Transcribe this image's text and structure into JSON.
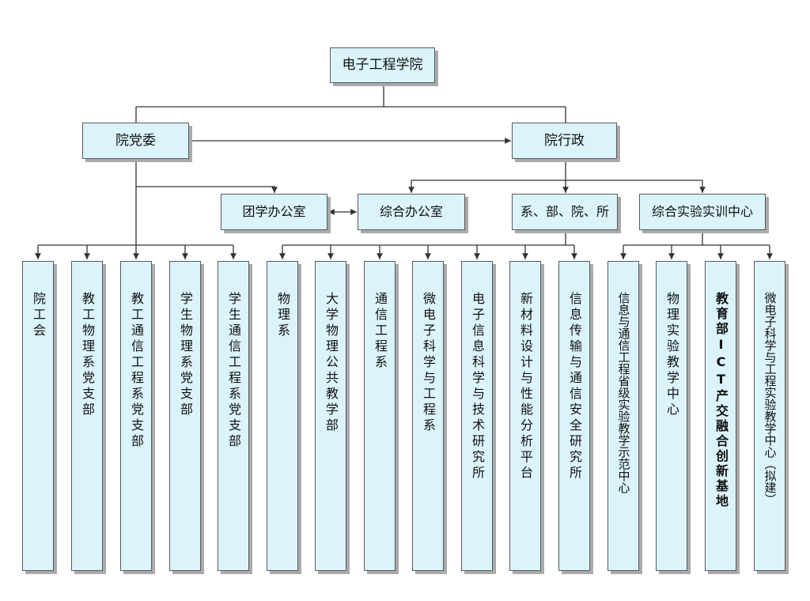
{
  "top": {
    "label": "电子工程学院"
  },
  "party": {
    "label": "院党委"
  },
  "admin": {
    "label": "院行政"
  },
  "second_row": [
    {
      "key": "youth_office",
      "label": "团学办公室"
    },
    {
      "key": "general_office",
      "label": "综合办公室"
    },
    {
      "key": "departments",
      "label": "系、部、院、所"
    },
    {
      "key": "lab_center",
      "label": "综合实验实训中心"
    }
  ],
  "columns": [
    {
      "key": "union",
      "label": "院工会"
    },
    {
      "key": "physics_branch",
      "label": "教工物理系党支部"
    },
    {
      "key": "comm_branch",
      "label": "教工通信工程系党支部"
    },
    {
      "key": "student_physics_branch",
      "label": "学生物理系党支部"
    },
    {
      "key": "student_comm_branch",
      "label": "学生通信工程系党支部"
    },
    {
      "key": "physics_dept",
      "label": "物理系"
    },
    {
      "key": "college_physics",
      "label": "大学物理公共教学部"
    },
    {
      "key": "comm_dept",
      "label": "通信工程系"
    },
    {
      "key": "micro_dept",
      "label": "微电子科学与工程系"
    },
    {
      "key": "eit_institute",
      "label": "电子信息科学与技术研究所"
    },
    {
      "key": "materials_platform",
      "label": "新材料设计与性能分析平台"
    },
    {
      "key": "security_institute",
      "label": "信息传输与通信安全研究所"
    },
    {
      "key": "provincial_center",
      "label": "信息与通信工程省级实验教学示范中心"
    },
    {
      "key": "physics_lab_center",
      "label": "物理实验教学中心"
    },
    {
      "key": "ict_base",
      "label": "教育部ICT产交融合创新基地"
    },
    {
      "key": "micro_lab_center",
      "label": "微电子科学与工程实验教学中心（拟建）"
    }
  ],
  "colors": {
    "box_fill": "#dbf3fb",
    "box_border": "#5a5a5a",
    "shadow": "#aaaaaa",
    "line": "#333333"
  }
}
